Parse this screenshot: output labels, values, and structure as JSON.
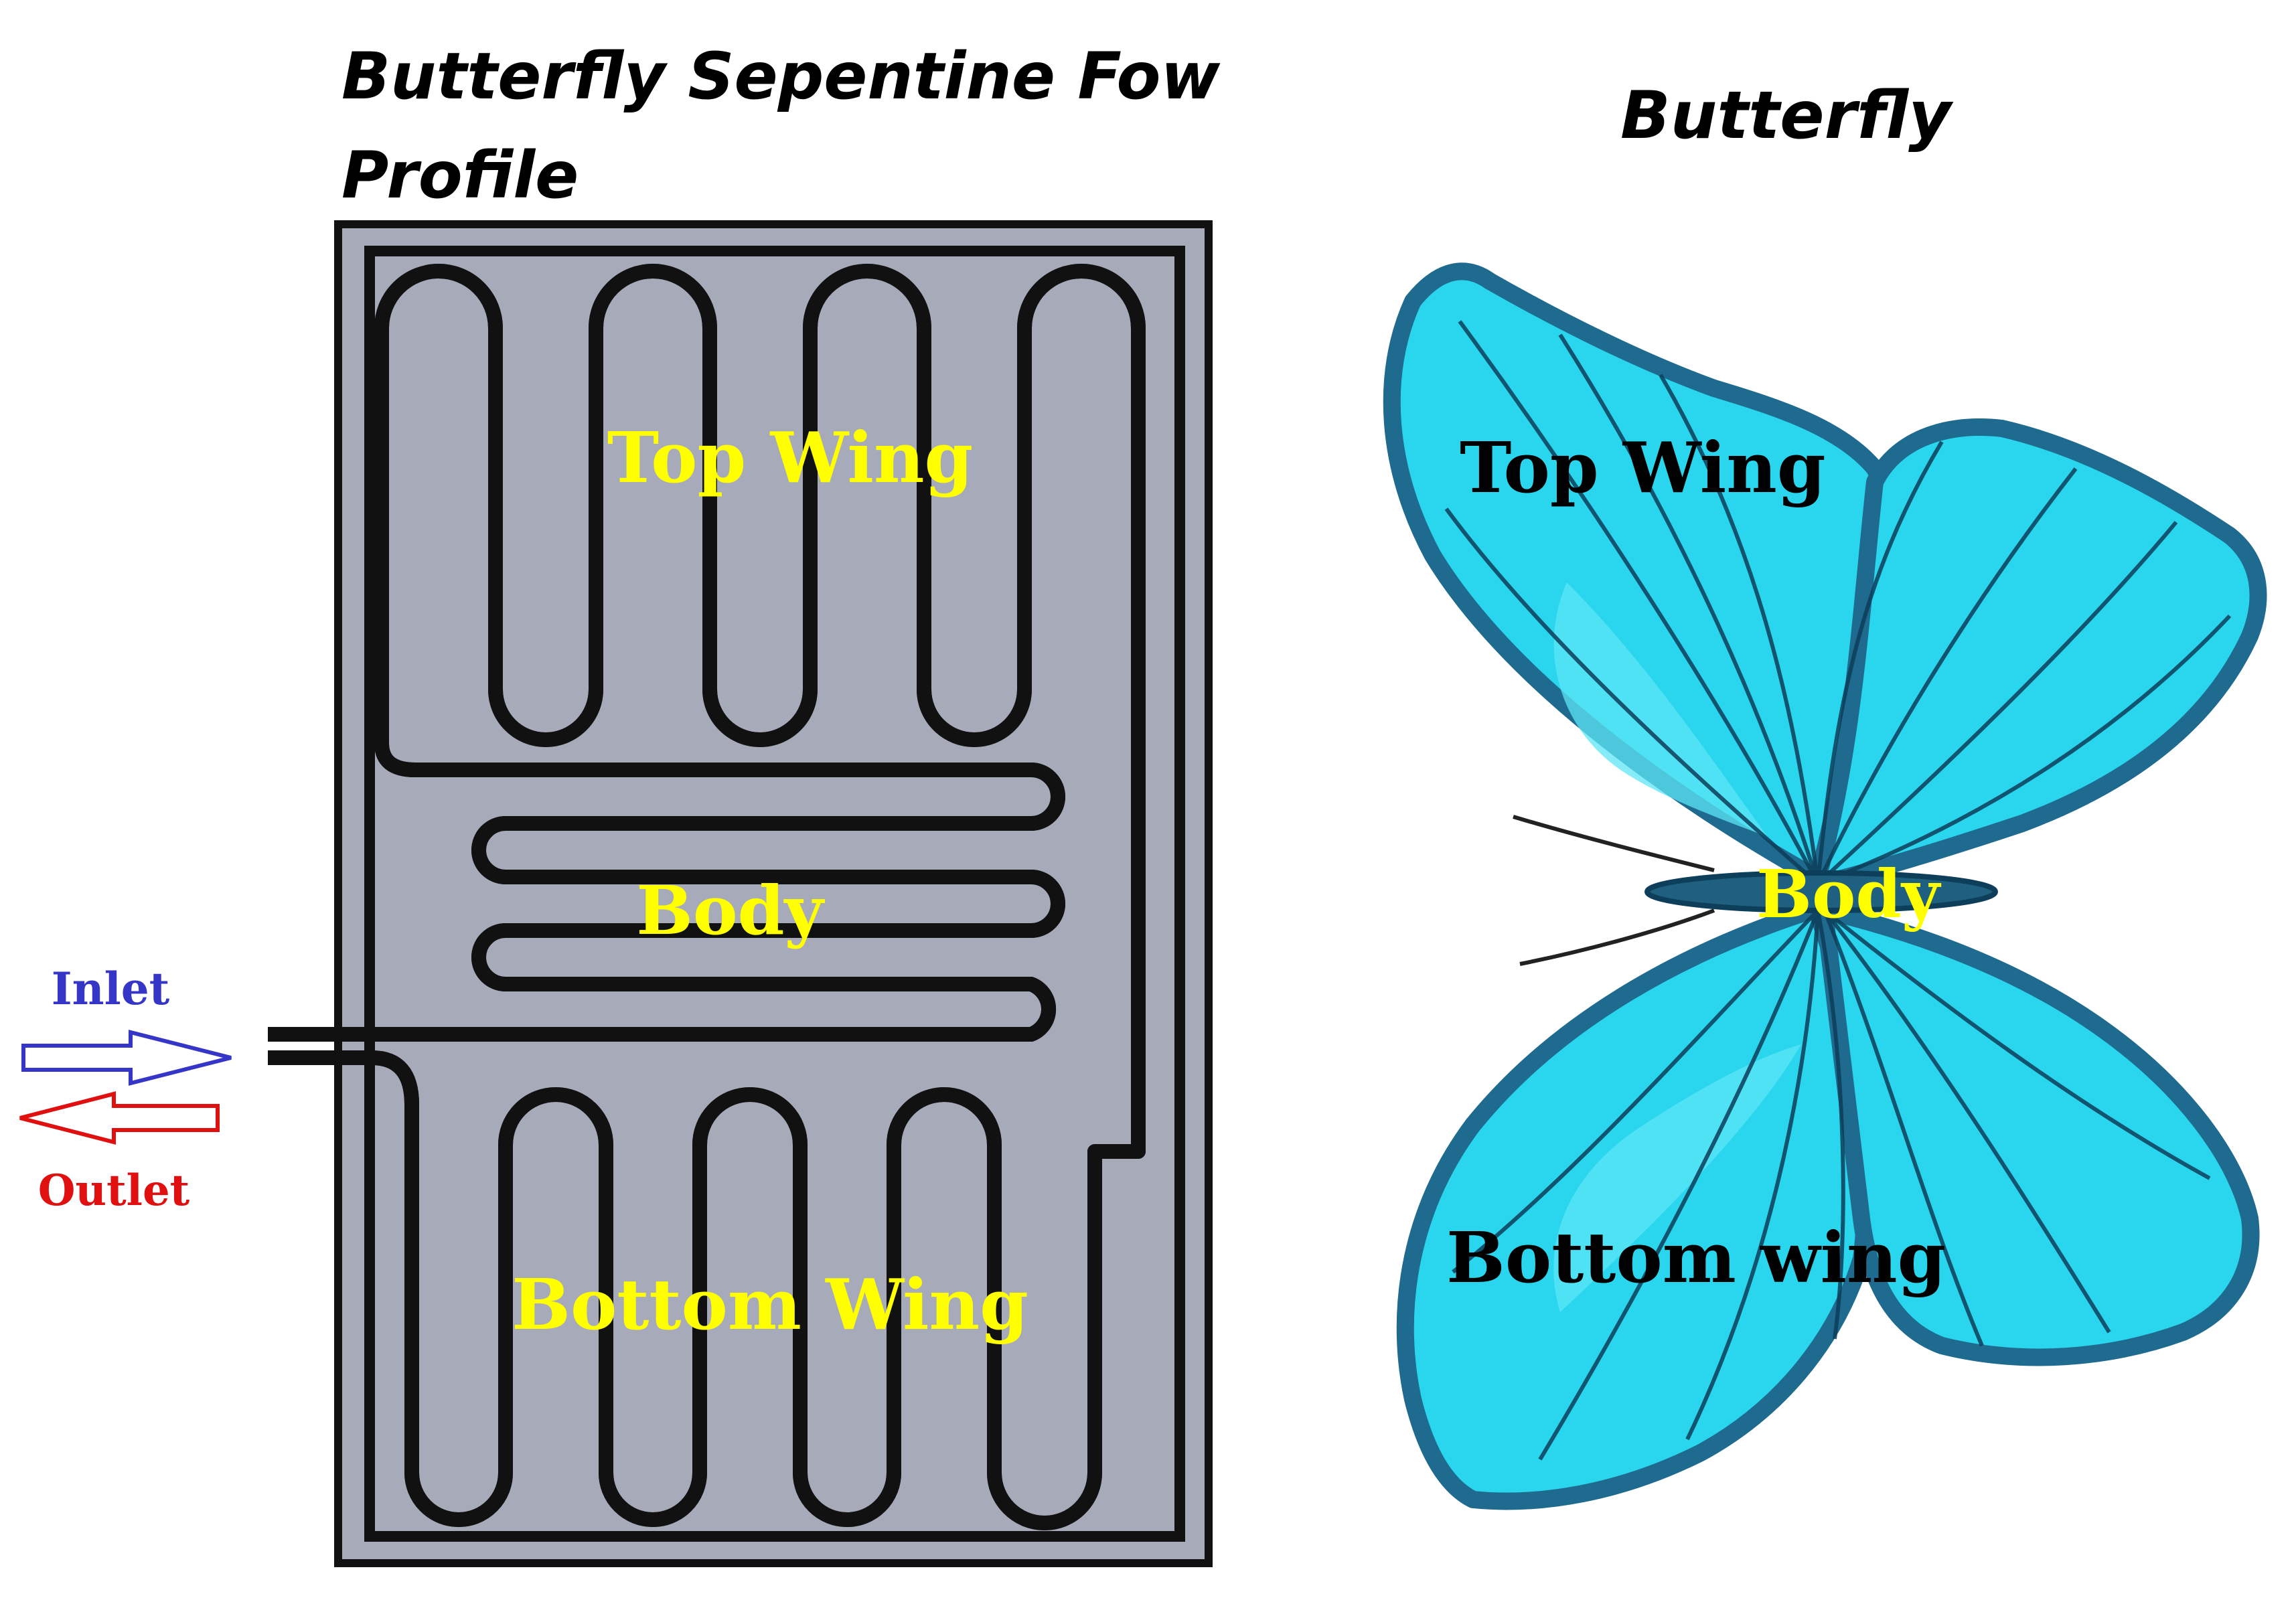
{
  "titles": {
    "left": "Butterfly Sepentine Fow Profile",
    "right": "Butterfly"
  },
  "flow_panel": {
    "labels": {
      "top": "Top Wing",
      "body": "Body",
      "bottom": "Bottom Wing"
    },
    "inlet_label": "Inlet",
    "outlet_label": "Outlet"
  },
  "butterfly": {
    "labels": {
      "top": "Top Wing",
      "body": "Body",
      "bottom": "Bottom wing"
    }
  },
  "colors": {
    "plate": "#a7aab9",
    "channel": "#c98a78",
    "channel_wall": "#111111",
    "label_yellow": "#ffff00",
    "inlet_blue": "#3535c8",
    "outlet_red": "#e01010",
    "wing": "#2ad6ee",
    "wing_dark": "#1f7fa6",
    "wing_vein": "#0d3e5a"
  }
}
